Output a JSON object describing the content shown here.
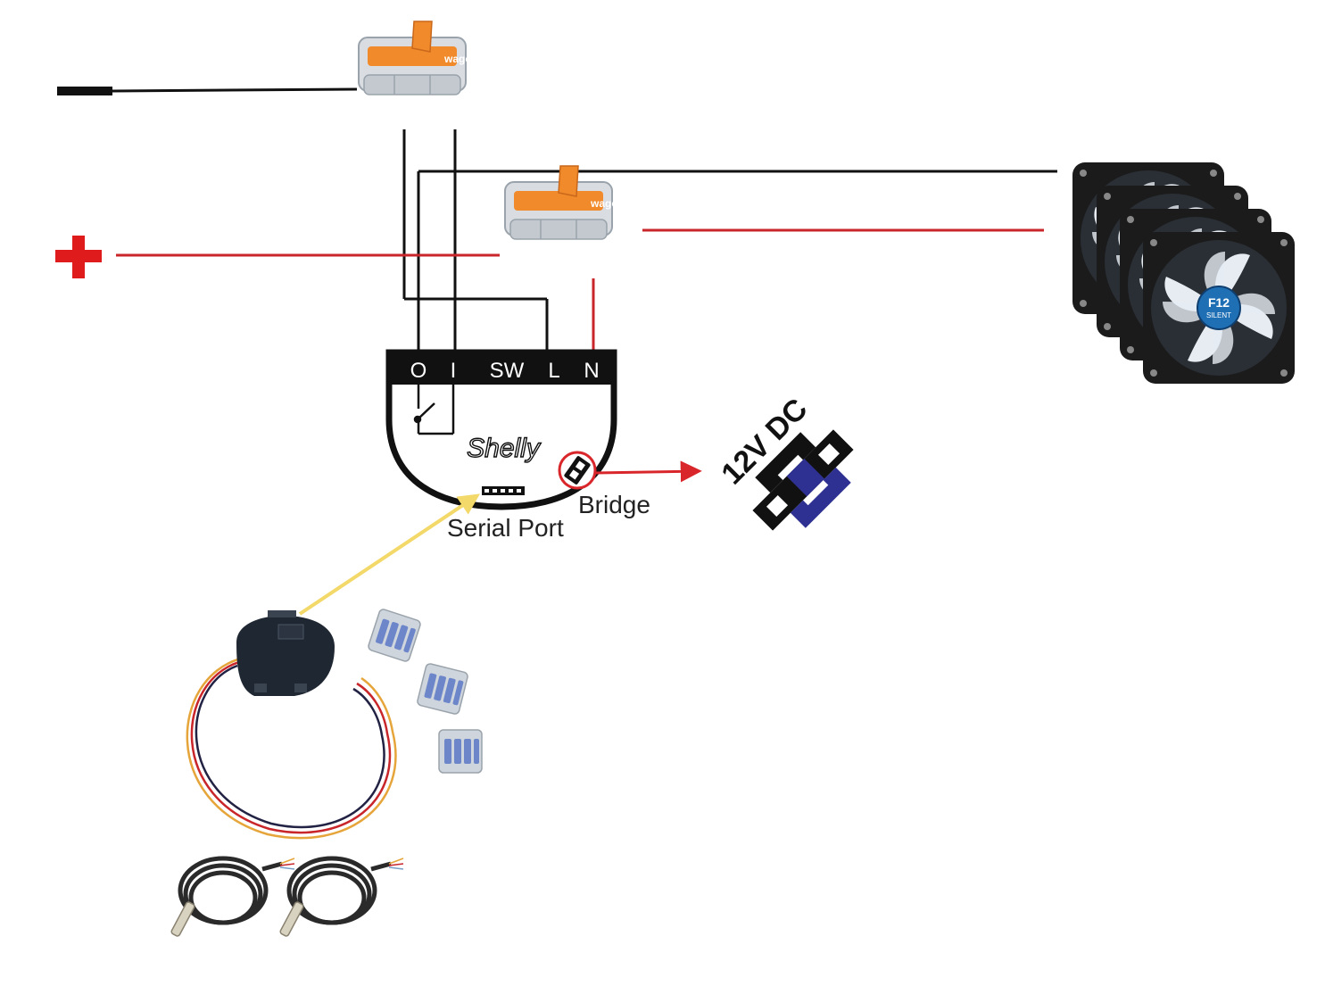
{
  "shelly": {
    "terminals": [
      "O",
      "I",
      "SW",
      "L",
      "N"
    ],
    "logo": "Shelly"
  },
  "labels": {
    "bridge": "Bridge",
    "serial_port": "Serial Port",
    "dc_label": "12V DC"
  },
  "fans": {
    "logo": "F12",
    "subtitle": "SILENT",
    "count": 4
  },
  "connector_brand": "wago",
  "colors": {
    "wire_black": "#111111",
    "wire_red": "#c8262a",
    "plus_red": "#e01b1b",
    "arrow_yellow": "#f3d86a",
    "arrow_red": "#d9262b",
    "dc_blue": "#2e3192",
    "wago_orange": "#f08a2b",
    "wago_clear": "#d9dde2",
    "wago_blue": "#6c86c9",
    "fan_frame": "#1b1b1b",
    "fan_blade": "#e6ecf2",
    "sensor_cable": "#2a2a2a"
  },
  "icons": {
    "minus": "minus-icon",
    "plus": "plus-icon",
    "switch": "relay-switch-icon",
    "bridge": "bridge-jumper-icon",
    "dc": "dc-power-icon"
  }
}
